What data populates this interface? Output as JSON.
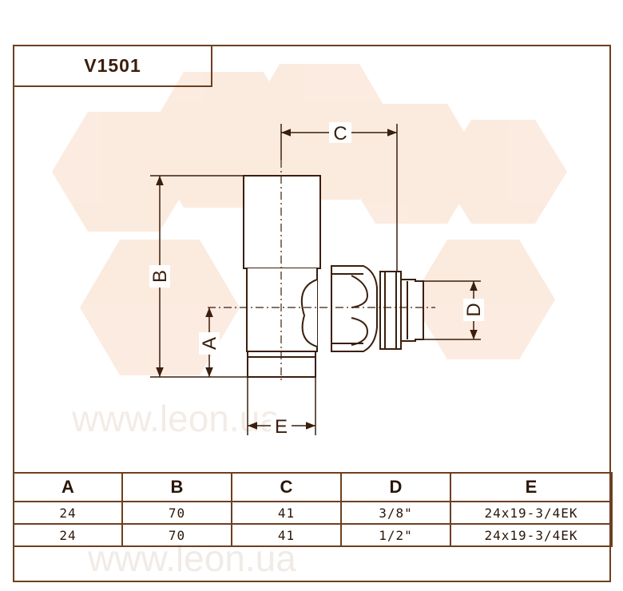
{
  "title": "V1501",
  "dimension_labels": {
    "A": "A",
    "B": "B",
    "C": "C",
    "D": "D",
    "E": "E"
  },
  "watermark": "www.leon.ua",
  "table": {
    "headers": [
      "A",
      "B",
      "C",
      "D",
      "E"
    ],
    "rows": [
      [
        "24",
        "70",
        "41",
        "3/8\"",
        "24x19-3/4EK"
      ],
      [
        "24",
        "70",
        "41",
        "1/2\"",
        "24x19-3/4EK"
      ]
    ]
  },
  "colors": {
    "frame": "#6e3f1f",
    "text": "#3b1e0c",
    "watermark_tint": "#f6d8c4"
  }
}
